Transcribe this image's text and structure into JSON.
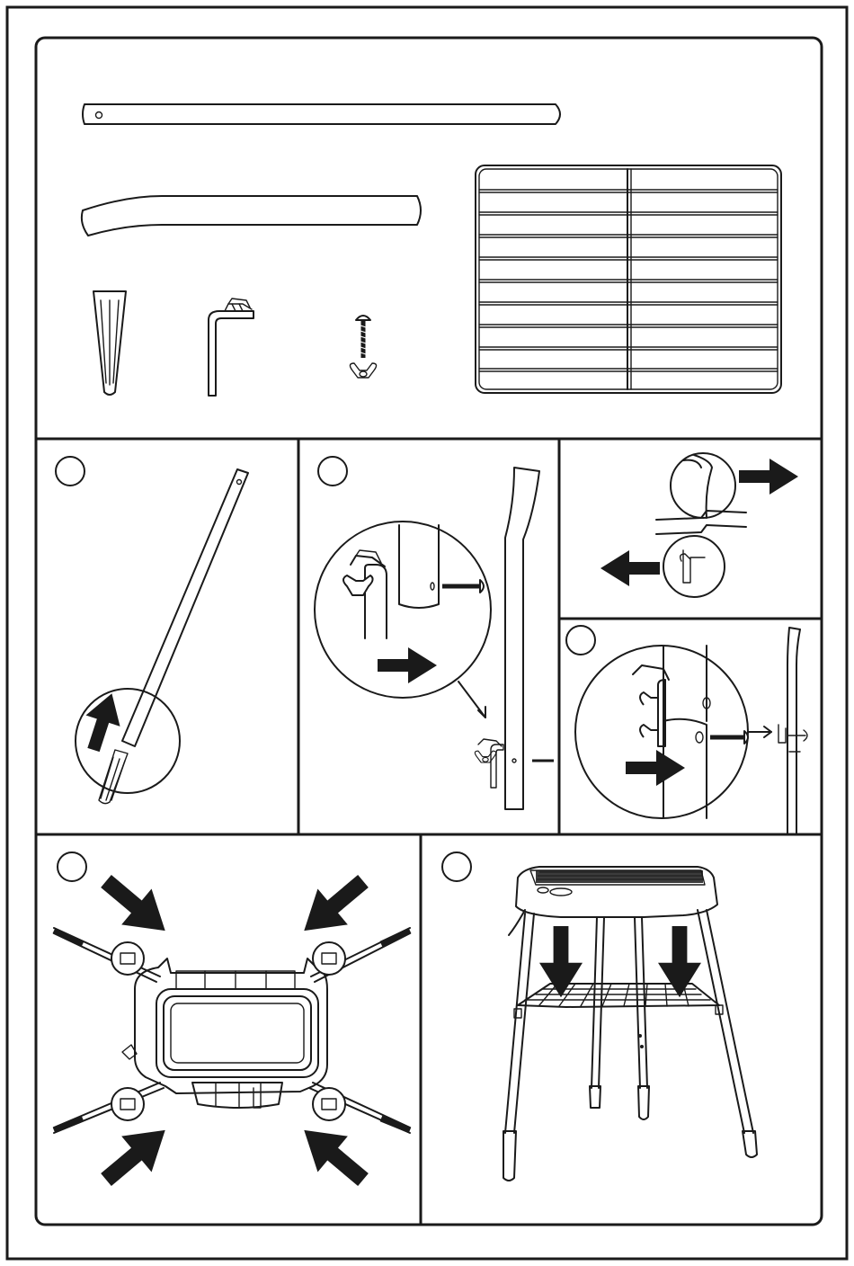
{
  "colors": {
    "ink": "#1a1a1a",
    "paper": "#ffffff"
  },
  "panels": {
    "parts": {
      "name": "parts-overview",
      "items": [
        "straight-leg-tube-icon",
        "curved-leg-tube-icon",
        "foot-cap-icon",
        "l-bracket-icon",
        "bolt-and-wing-nut-icon",
        "wire-grid-shelf-icon"
      ]
    },
    "step1": {
      "name": "insert-foot-cap"
    },
    "step2": {
      "name": "attach-bracket-to-tube"
    },
    "step3": {
      "name": "separate-tube-parts"
    },
    "step4": {
      "name": "fasten-bracket-with-bolt"
    },
    "step5": {
      "name": "attach-legs-to-grill-base"
    },
    "step6": {
      "name": "place-shelf-on-brackets"
    }
  }
}
